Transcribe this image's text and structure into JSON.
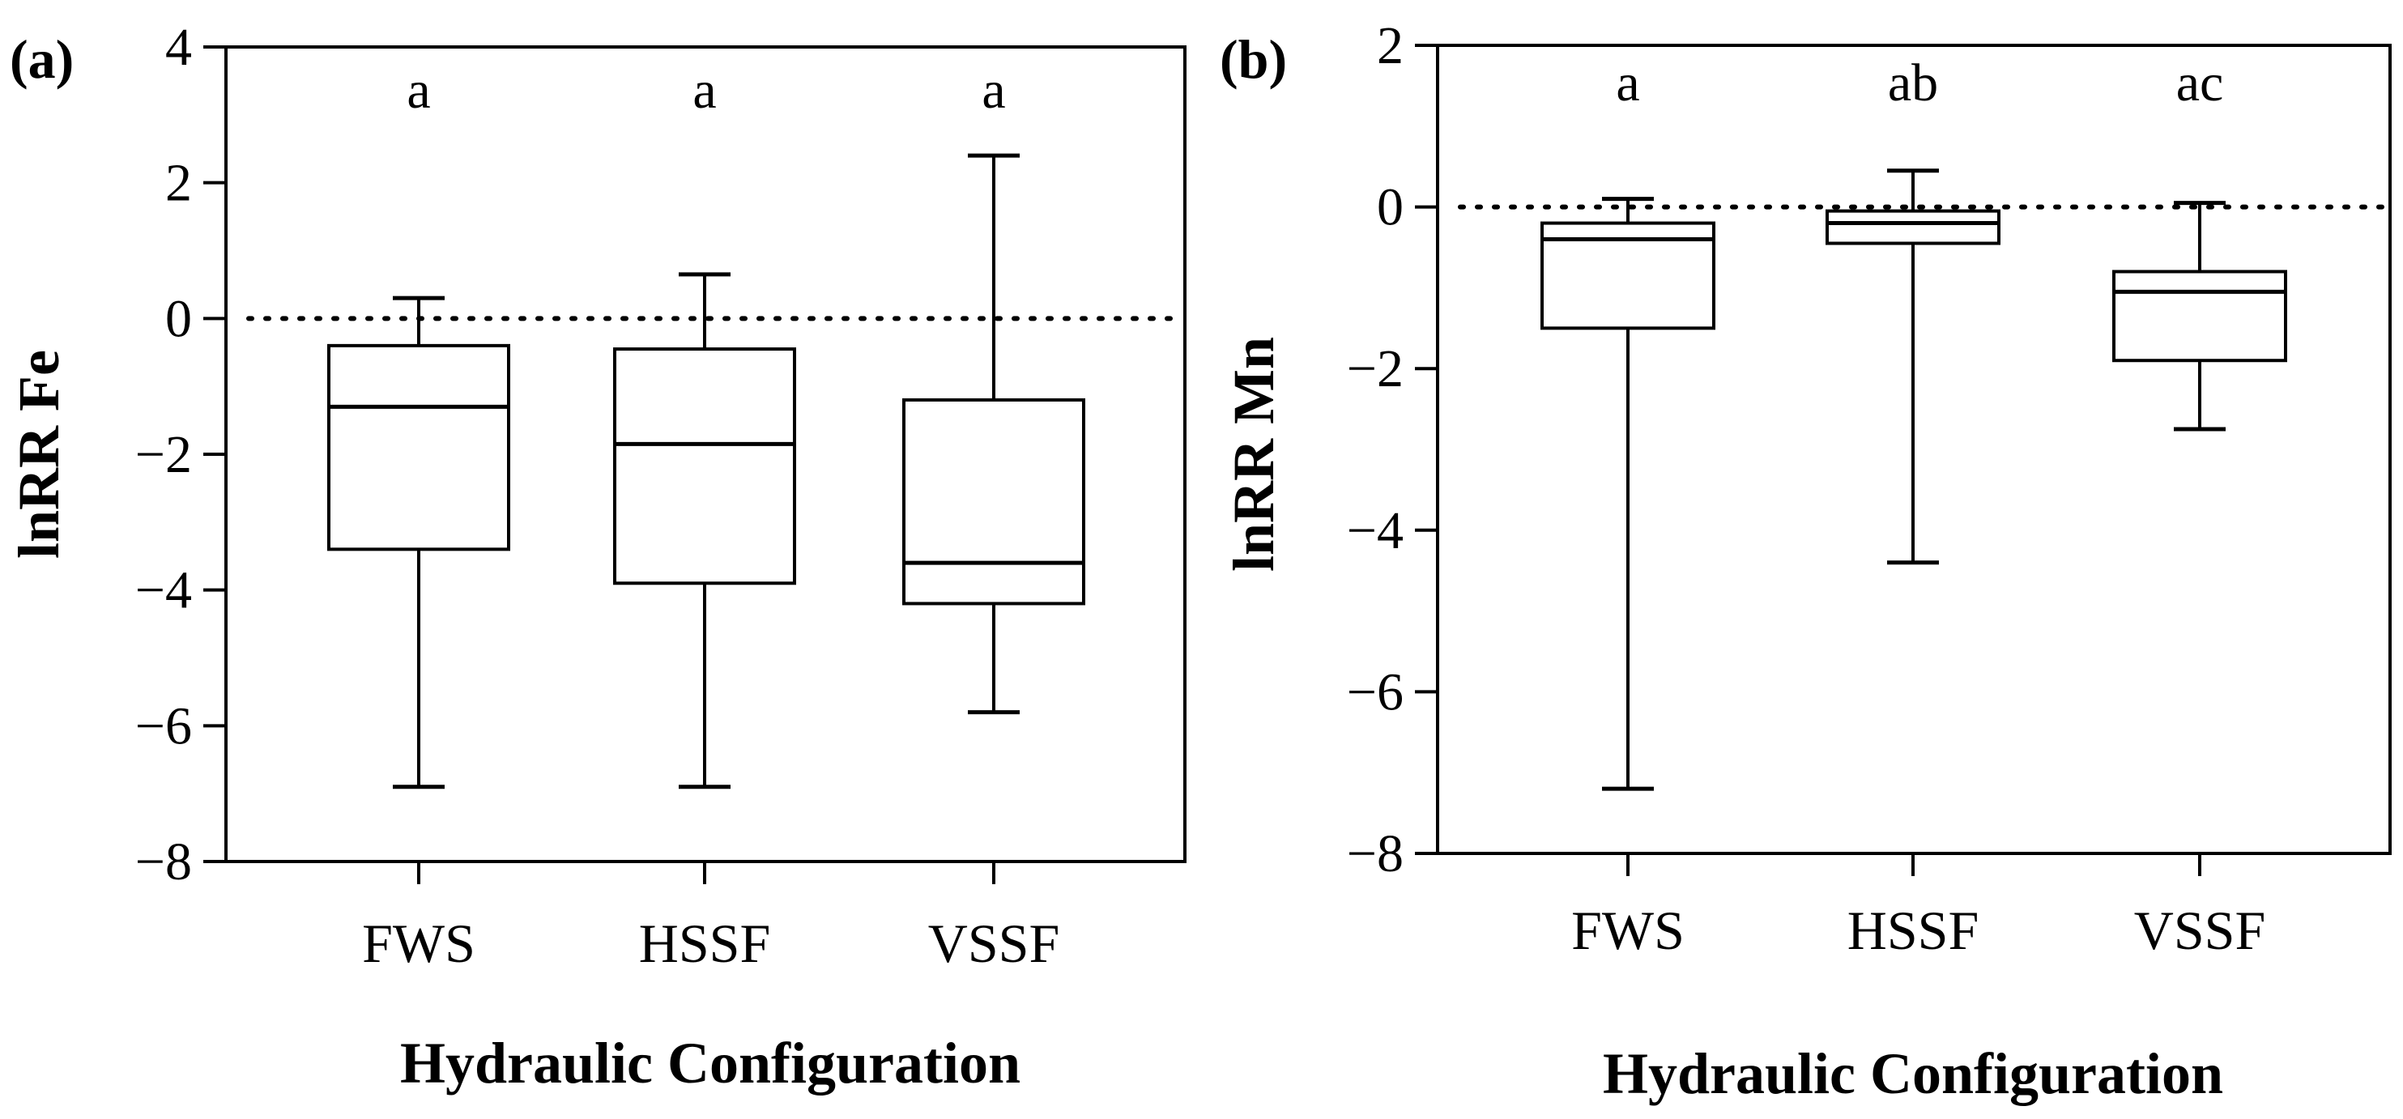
{
  "chart_data": [
    {
      "type": "box",
      "panel_label": "(a)",
      "xlabel": "Hydraulic Configuration",
      "ylabel": "lnRR Fe",
      "ylim": [
        -8,
        4
      ],
      "yticks": [
        4,
        2,
        0,
        -2,
        -4,
        -6,
        -8
      ],
      "reference_line": 0,
      "categories": [
        "FWS",
        "HSSF",
        "VSSF"
      ],
      "boxes": [
        {
          "category": "FWS",
          "min": -6.9,
          "q1": -3.4,
          "median": -1.3,
          "q3": -0.4,
          "max": 0.3
        },
        {
          "category": "HSSF",
          "min": -6.9,
          "q1": -3.9,
          "median": -1.85,
          "q3": -0.45,
          "max": 0.65
        },
        {
          "category": "VSSF",
          "min": -5.8,
          "q1": -4.2,
          "median": -3.6,
          "q3": -1.2,
          "max": 2.4
        }
      ],
      "significance_letters": [
        "a",
        "a",
        "a"
      ]
    },
    {
      "type": "box",
      "panel_label": "(b)",
      "xlabel": "Hydraulic Configuration",
      "ylabel": "lnRR Mn",
      "ylim": [
        -8,
        2
      ],
      "yticks": [
        2,
        0,
        -2,
        -4,
        -6,
        -8
      ],
      "reference_line": 0,
      "categories": [
        "FWS",
        "HSSF",
        "VSSF"
      ],
      "boxes": [
        {
          "category": "FWS",
          "min": -7.2,
          "q1": -1.5,
          "median": -0.4,
          "q3": -0.2,
          "max": 0.1
        },
        {
          "category": "HSSF",
          "min": -4.4,
          "q1": -0.45,
          "median": -0.2,
          "q3": -0.05,
          "max": 0.45
        },
        {
          "category": "VSSF",
          "min": -2.75,
          "q1": -1.9,
          "median": -1.05,
          "q3": -0.8,
          "max": 0.05
        }
      ],
      "significance_letters": [
        "a",
        "ab",
        "ac"
      ]
    }
  ]
}
